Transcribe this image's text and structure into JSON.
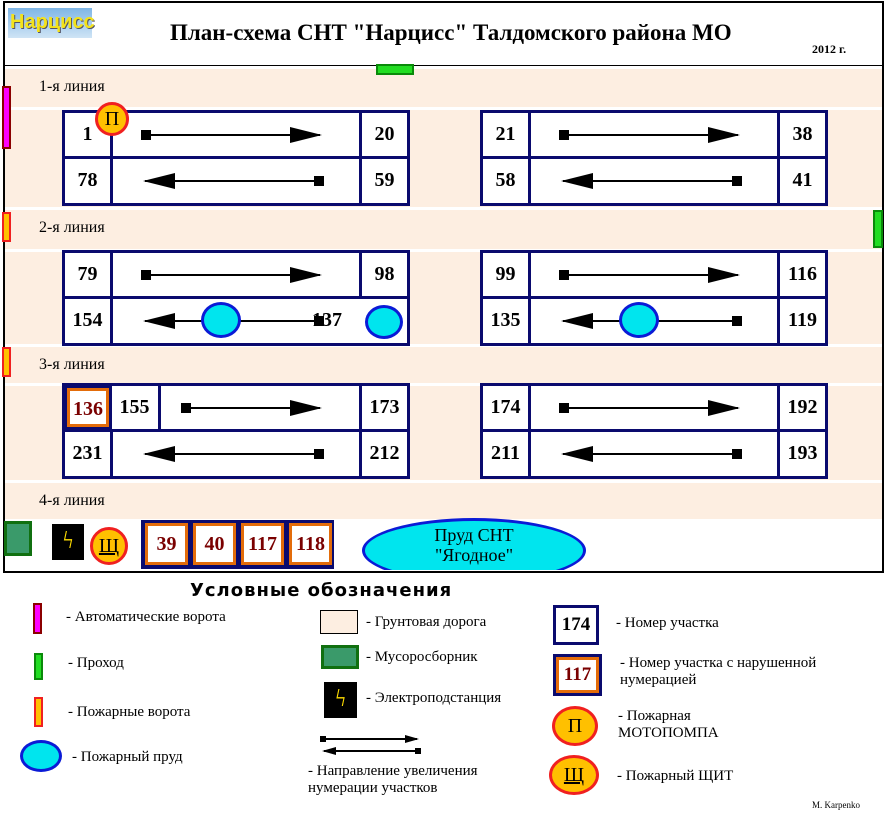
{
  "header": {
    "logo": "Нарцисс",
    "title": "План-схема СНТ \"Нарцисс\" Талдомского района МО",
    "year": "2012 г."
  },
  "roads": [
    "1-я линия",
    "2-я линия",
    "3-я линия",
    "4-я линия"
  ],
  "blocks": [
    {
      "top": [
        "1",
        "20"
      ],
      "bottom": [
        "78",
        "59"
      ]
    },
    {
      "top": [
        "21",
        "38"
      ],
      "bottom": [
        "58",
        "41"
      ]
    },
    {
      "top": [
        "79",
        "98"
      ],
      "bottom": [
        "154",
        "137"
      ]
    },
    {
      "top": [
        "99",
        "116"
      ],
      "bottom": [
        "135",
        "119"
      ]
    },
    {
      "top": [
        "136",
        "155",
        "173"
      ],
      "bottom": [
        "231",
        "212"
      ]
    },
    {
      "top": [
        "174",
        "192"
      ],
      "bottom": [
        "211",
        "193"
      ]
    }
  ],
  "bottom_parcels": [
    "39",
    "40",
    "117",
    "118"
  ],
  "pump_letter": "П",
  "shield_letter": "Щ",
  "pond": {
    "line1": "Пруд СНТ",
    "line2": "\"Ягодное\""
  },
  "legend": {
    "title": "Условные обозначения",
    "auto_gate": "- Автоматические ворота",
    "pass": "- Проход",
    "fire_gate": "- Пожарные ворота",
    "fire_pond": "- Пожарный пруд",
    "dirt_road": "- Грунтовая дорога",
    "trash": "- Мусоросборник",
    "substation": "- Электроподстанция",
    "direction": "- Направление увеличения нумерации участков",
    "parcel_sample": "174",
    "parcel_label": "- Номер участка",
    "bad_sample": "117",
    "bad_label": "- Номер участка с нарушенной нумерацией",
    "pump_label": "- Пожарная МОТОПОМПА",
    "shield_label": "- Пожарный ЩИТ"
  },
  "author": "M. Karpenko",
  "colors": {
    "road": "#fdeee1",
    "block_border": "#0a0a6e",
    "pond": "#00e5ee",
    "auto_gate": "#ff00ff",
    "pass": "#22dd22",
    "fire_gate": "#ffc000"
  }
}
